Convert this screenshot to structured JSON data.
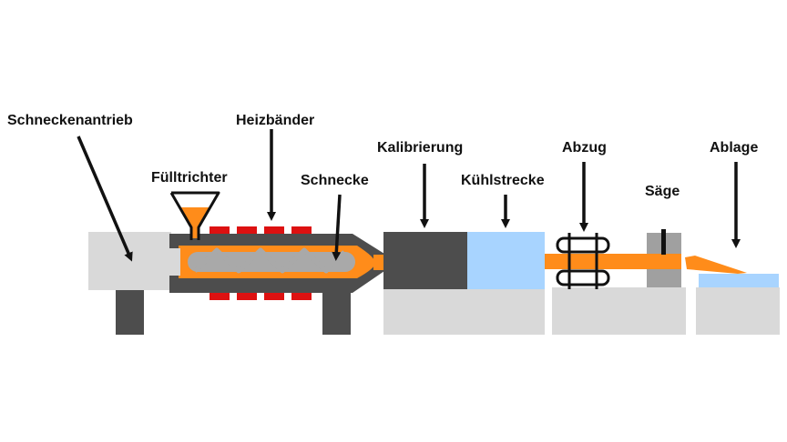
{
  "labels": {
    "schneckenantrieb": "Schneckenantrieb",
    "heizbaender": "Heizbänder",
    "fuelltrichter": "Fülltrichter",
    "schnecke": "Schnecke",
    "kalibrierung": "Kalibrierung",
    "kuehlstrecke": "Kühlstrecke",
    "abzug": "Abzug",
    "saege": "Säge",
    "ablage": "Ablage"
  },
  "colors": {
    "melt_orange": "#ff8c1a",
    "barrel_dark": "#4d4d4d",
    "machine_light": "#d9d9d9",
    "heater_red": "#dd1111",
    "cooling_blue": "#a8d4ff",
    "screw_gray": "#a9a9a9",
    "saw_gray": "#a0a0a0"
  }
}
